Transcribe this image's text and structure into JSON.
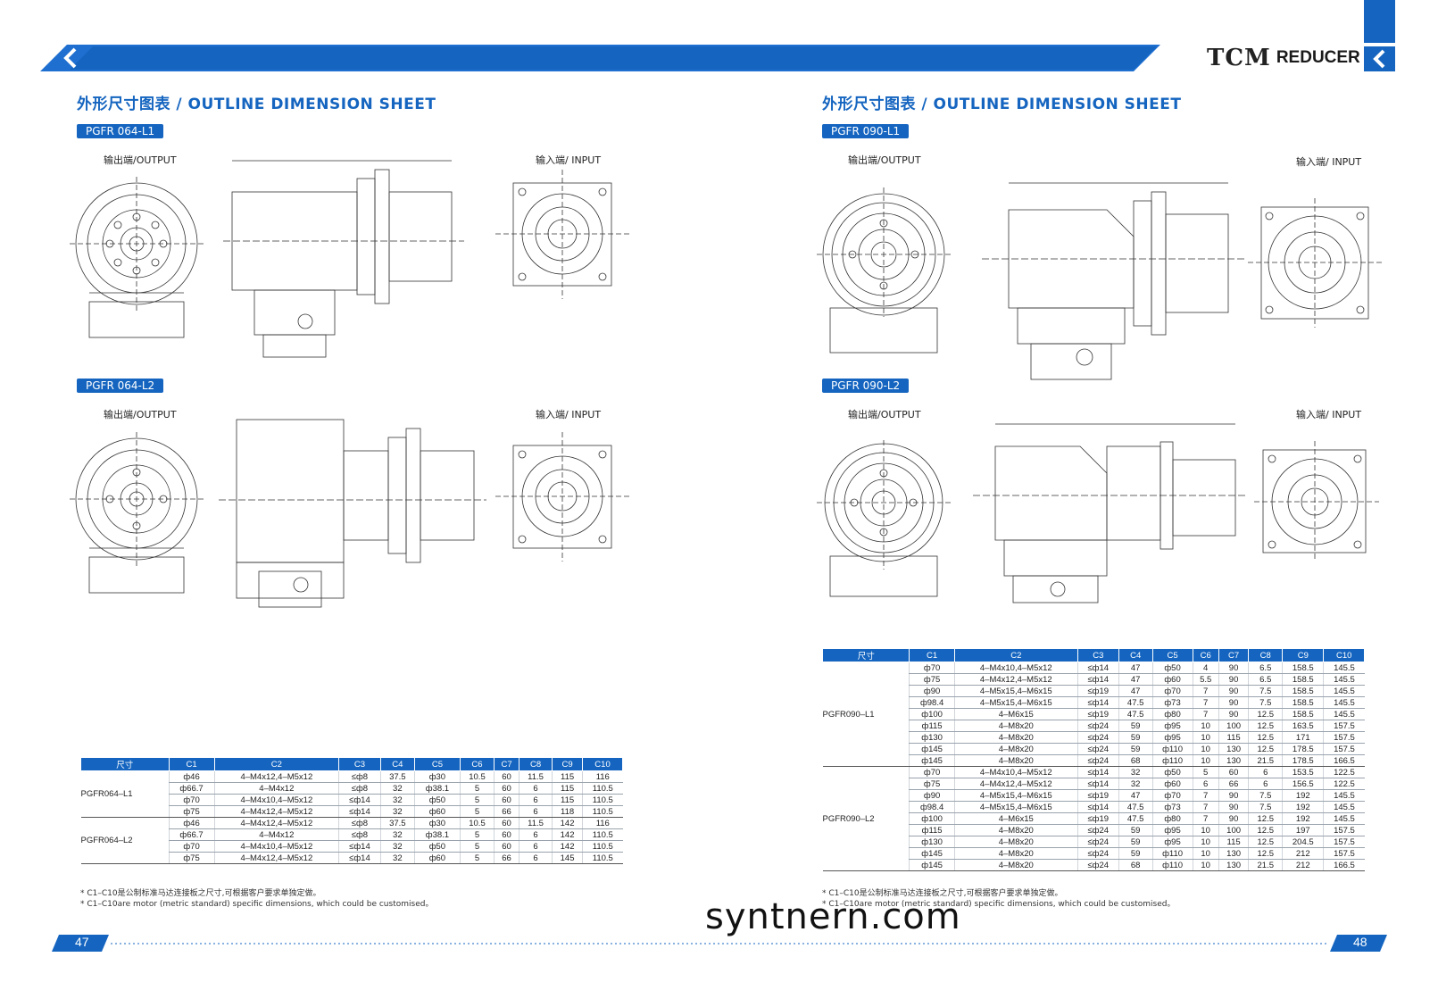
{
  "brand": {
    "logo_text": "TCM",
    "name": "REDUCER"
  },
  "left_page": {
    "sheet_title": "外形尺寸图表 / OUTLINE DIMENSION SHEET",
    "models": [
      {
        "tag": "PGFR 064-L1",
        "output_label": "输出端/OUTPUT",
        "input_label": "输入端/ INPUT"
      },
      {
        "tag": "PGFR 064-L2",
        "output_label": "输出端/OUTPUT",
        "input_label": "输入端/ INPUT"
      }
    ],
    "table": {
      "headers": [
        "尺寸",
        "C1",
        "C2",
        "C3",
        "C4",
        "C5",
        "C6",
        "C7",
        "C8",
        "C9",
        "C10"
      ],
      "groups": [
        {
          "model": "PGFR064–L1",
          "rows": [
            [
              "ф46",
              "4–M4x12,4–M5x12",
              "≤ф8",
              "37.5",
              "ф30",
              "10.5",
              "60",
              "11.5",
              "115",
              "116"
            ],
            [
              "ф66.7",
              "4–M4x12",
              "≤ф8",
              "32",
              "ф38.1",
              "5",
              "60",
              "6",
              "115",
              "110.5"
            ],
            [
              "ф70",
              "4–M4x10,4–M5x12",
              "≤ф14",
              "32",
              "ф50",
              "5",
              "60",
              "6",
              "115",
              "110.5"
            ],
            [
              "ф75",
              "4–M4x12,4–M5x12",
              "≤ф14",
              "32",
              "ф60",
              "5",
              "66",
              "6",
              "118",
              "110.5"
            ]
          ]
        },
        {
          "model": "PGFR064–L2",
          "rows": [
            [
              "ф46",
              "4–M4x12,4–M5x12",
              "≤ф8",
              "37.5",
              "ф30",
              "10.5",
              "60",
              "11.5",
              "142",
              "116"
            ],
            [
              "ф66.7",
              "4–M4x12",
              "≤ф8",
              "32",
              "ф38.1",
              "5",
              "60",
              "6",
              "142",
              "110.5"
            ],
            [
              "ф70",
              "4–M4x10,4–M5x12",
              "≤ф14",
              "32",
              "ф50",
              "5",
              "60",
              "6",
              "142",
              "110.5"
            ],
            [
              "ф75",
              "4–M4x12,4–M5x12",
              "≤ф14",
              "32",
              "ф60",
              "5",
              "66",
              "6",
              "145",
              "110.5"
            ]
          ]
        }
      ]
    },
    "notes": [
      "* C1–C10是公制标准马达连接板之尺寸,可根据客户要求单独定做。",
      "* C1–C10are motor (metric standard) specific dimensions, which could be customised。"
    ],
    "page_number": "47"
  },
  "right_page": {
    "sheet_title": "外形尺寸图表 / OUTLINE DIMENSION SHEET",
    "models": [
      {
        "tag": "PGFR 090-L1",
        "output_label": "输出端/OUTPUT",
        "input_label": "输入端/ INPUT"
      },
      {
        "tag": "PGFR 090-L2",
        "output_label": "输出端/OUTPUT",
        "input_label": "输入端/ INPUT"
      }
    ],
    "table": {
      "headers": [
        "尺寸",
        "C1",
        "C2",
        "C3",
        "C4",
        "C5",
        "C6",
        "C7",
        "C8",
        "C9",
        "C10"
      ],
      "groups": [
        {
          "model": "PGFR090–L1",
          "rows": [
            [
              "ф70",
              "4–M4x10,4–M5x12",
              "≤ф14",
              "47",
              "ф50",
              "4",
              "90",
              "6.5",
              "158.5",
              "145.5"
            ],
            [
              "ф75",
              "4–M4x12,4–M5x12",
              "≤ф14",
              "47",
              "ф60",
              "5.5",
              "90",
              "6.5",
              "158.5",
              "145.5"
            ],
            [
              "ф90",
              "4–M5x15,4–M6x15",
              "≤ф19",
              "47",
              "ф70",
              "7",
              "90",
              "7.5",
              "158.5",
              "145.5"
            ],
            [
              "ф98.4",
              "4–M5x15,4–M6x15",
              "≤ф14",
              "47.5",
              "ф73",
              "7",
              "90",
              "7.5",
              "158.5",
              "145.5"
            ],
            [
              "ф100",
              "4–M6x15",
              "≤ф19",
              "47.5",
              "ф80",
              "7",
              "90",
              "12.5",
              "158.5",
              "145.5"
            ],
            [
              "ф115",
              "4–M8x20",
              "≤ф24",
              "59",
              "ф95",
              "10",
              "100",
              "12.5",
              "163.5",
              "157.5"
            ],
            [
              "ф130",
              "4–M8x20",
              "≤ф24",
              "59",
              "ф95",
              "10",
              "115",
              "12.5",
              "171",
              "157.5"
            ],
            [
              "ф145",
              "4–M8x20",
              "≤ф24",
              "59",
              "ф110",
              "10",
              "130",
              "12.5",
              "178.5",
              "157.5"
            ],
            [
              "ф145",
              "4–M8x20",
              "≤ф24",
              "68",
              "ф110",
              "10",
              "130",
              "21.5",
              "178.5",
              "166.5"
            ]
          ]
        },
        {
          "model": "PGFR090–L2",
          "rows": [
            [
              "ф70",
              "4–M4x10,4–M5x12",
              "≤ф14",
              "32",
              "ф50",
              "5",
              "60",
              "6",
              "153.5",
              "122.5"
            ],
            [
              "ф75",
              "4–M4x12,4–M5x12",
              "≤ф14",
              "32",
              "ф60",
              "6",
              "66",
              "6",
              "156.5",
              "122.5"
            ],
            [
              "ф90",
              "4–M5x15,4–M6x15",
              "≤ф19",
              "47",
              "ф70",
              "7",
              "90",
              "7.5",
              "192",
              "145.5"
            ],
            [
              "ф98.4",
              "4–M5x15,4–M6x15",
              "≤ф14",
              "47.5",
              "ф73",
              "7",
              "90",
              "7.5",
              "192",
              "145.5"
            ],
            [
              "ф100",
              "4–M6x15",
              "≤ф19",
              "47.5",
              "ф80",
              "7",
              "90",
              "12.5",
              "192",
              "145.5"
            ],
            [
              "ф115",
              "4–M8x20",
              "≤ф24",
              "59",
              "ф95",
              "10",
              "100",
              "12.5",
              "197",
              "157.5"
            ],
            [
              "ф130",
              "4–M8x20",
              "≤ф24",
              "59",
              "ф95",
              "10",
              "115",
              "12.5",
              "204.5",
              "157.5"
            ],
            [
              "ф145",
              "4–M8x20",
              "≤ф24",
              "59",
              "ф110",
              "10",
              "130",
              "12.5",
              "212",
              "157.5"
            ],
            [
              "ф145",
              "4–M8x20",
              "≤ф24",
              "68",
              "ф110",
              "10",
              "130",
              "21.5",
              "212",
              "166.5"
            ]
          ]
        }
      ]
    },
    "notes": [
      "* C1–C10是公制标准马达连接板之尺寸,可根据客户要求单独定做。",
      "* C1–C10are motor (metric standard) specific dimensions, which could be customised。"
    ],
    "page_number": "48"
  },
  "watermark": "syntnern.com",
  "colors": {
    "accent_blue": "#1565c0",
    "header_blue": "#1e6fd0"
  }
}
